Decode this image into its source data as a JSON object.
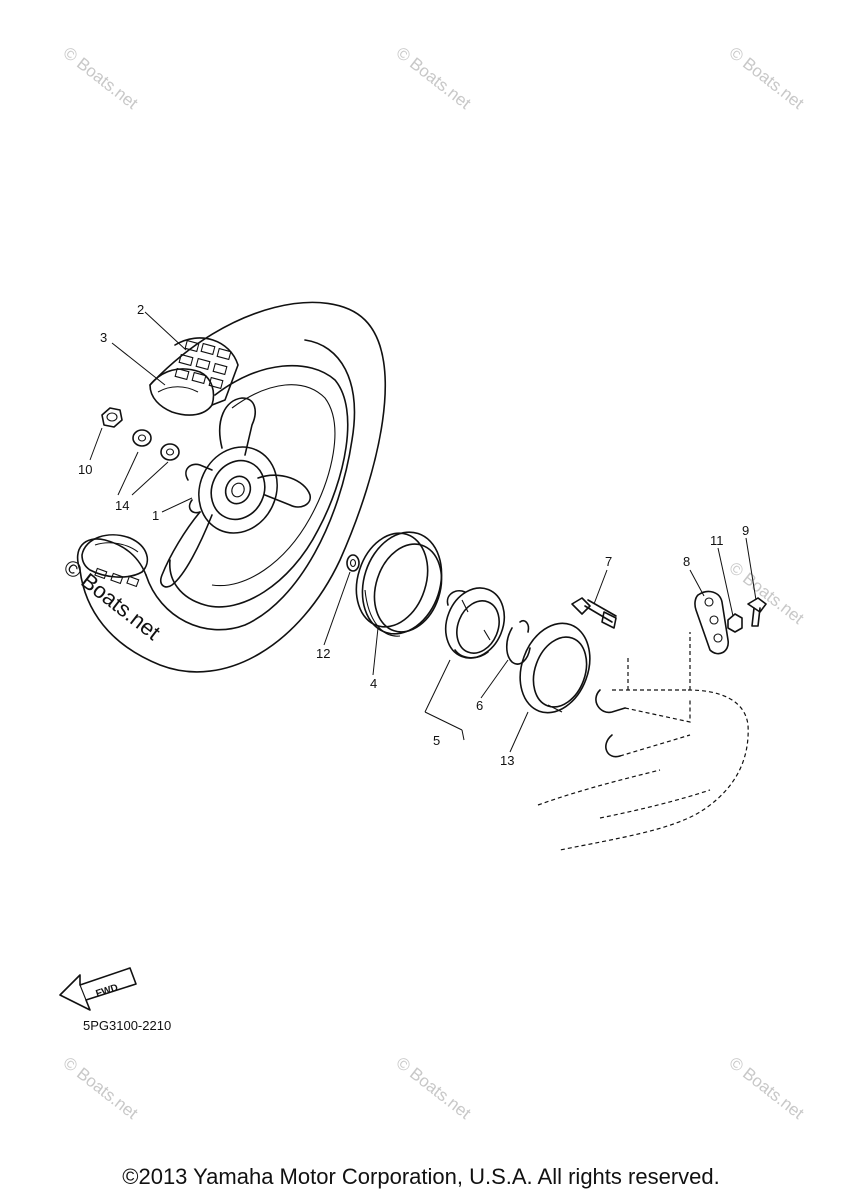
{
  "watermark": "© Boats.net",
  "callouts": [
    "1",
    "2",
    "3",
    "4",
    "5",
    "6",
    "7",
    "8",
    "9",
    "10",
    "11",
    "12",
    "13",
    "14"
  ],
  "fwd_label": "FWD",
  "diagram_code": "5PG3100-2210",
  "copyright": "©2013 Yamaha Motor Corporation, U.S.A. All rights reserved."
}
